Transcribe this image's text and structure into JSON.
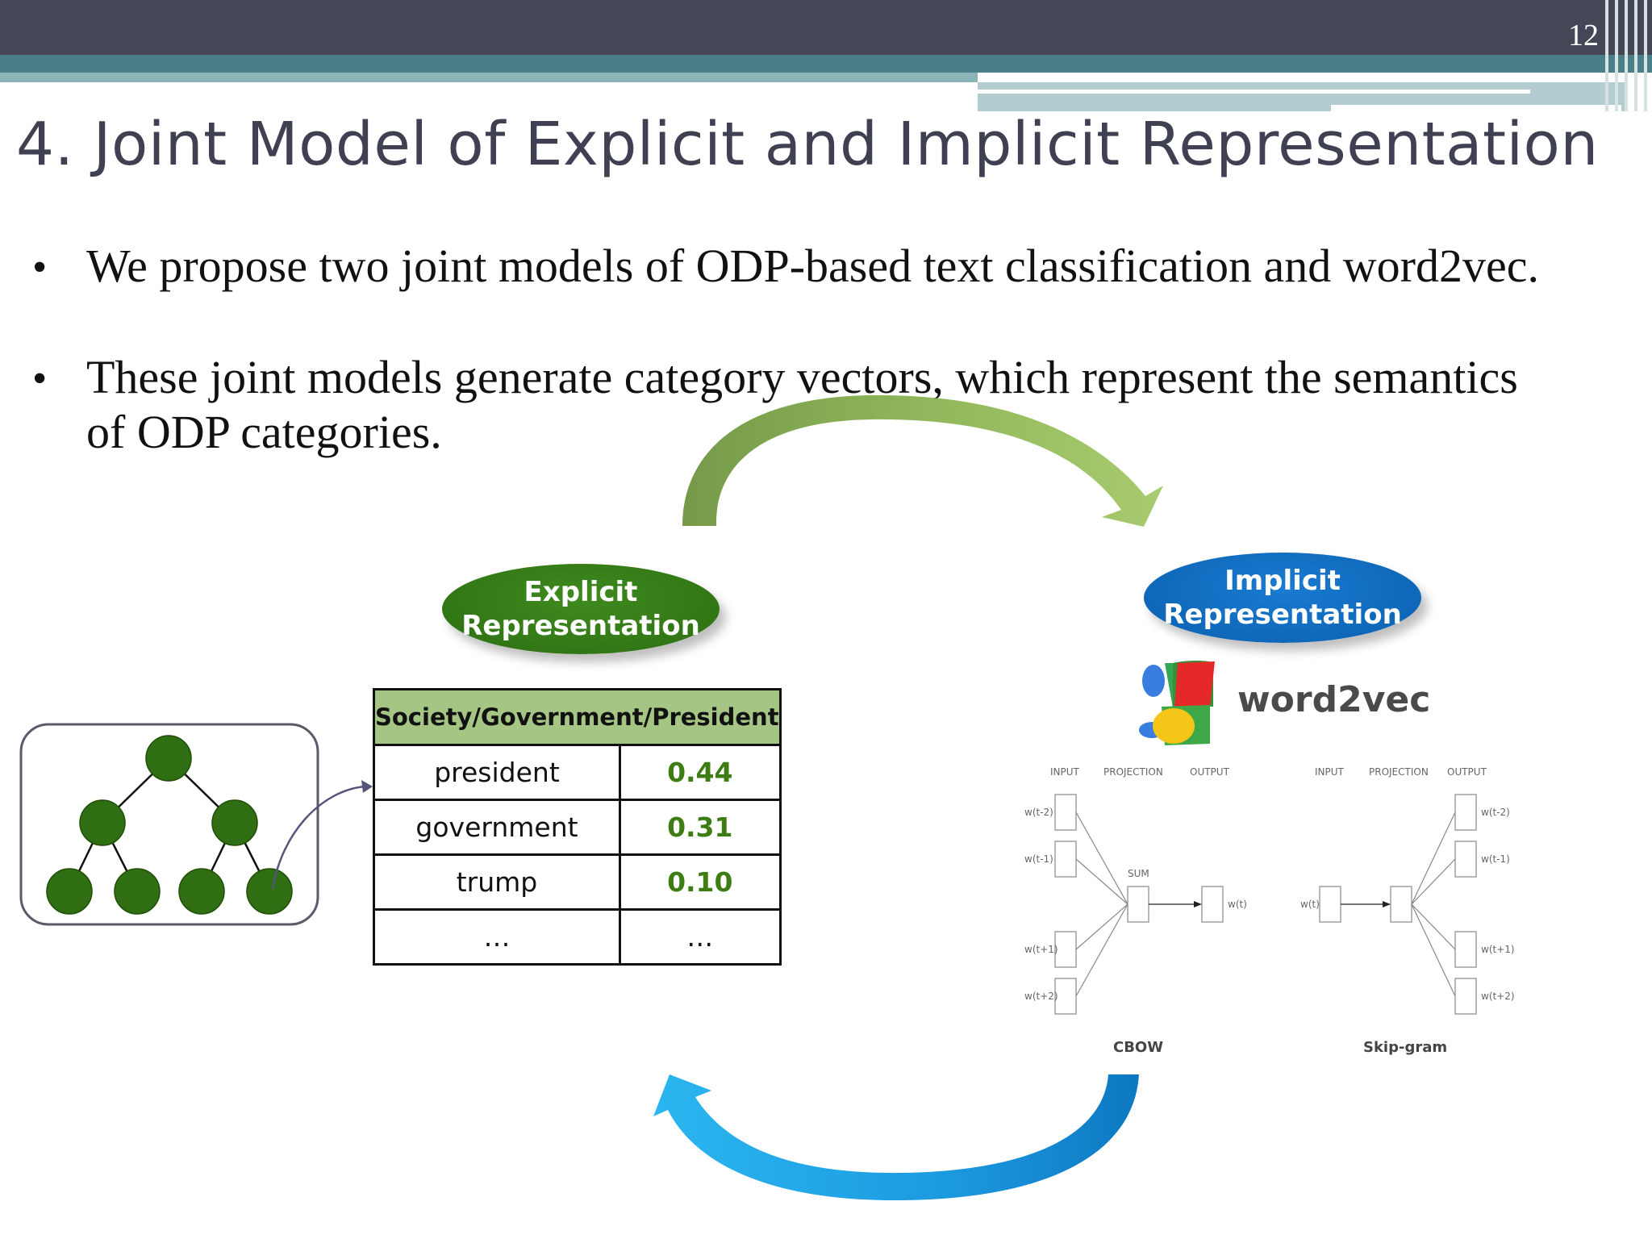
{
  "slide": {
    "page_number": "12",
    "title": "4. Joint Model of Explicit and Implicit Representation",
    "bullets": [
      "We propose two joint models of ODP-based text classification and word2vec.",
      "These joint models generate category vectors, which represent the semantics",
      "of ODP categories."
    ]
  },
  "explicit": {
    "label_line1": "Explicit",
    "label_line2": "Representation",
    "color": "#2e7113"
  },
  "implicit": {
    "label_line1": "Implicit",
    "label_line2": "Representation",
    "color": "#0c63b4"
  },
  "table": {
    "header": "Society/Government/President",
    "rows": [
      {
        "word": "president",
        "value": "0.44"
      },
      {
        "word": "government",
        "value": "0.31"
      },
      {
        "word": "trump",
        "value": "0.10"
      },
      {
        "word": "…",
        "value": "…"
      }
    ]
  },
  "word2vec": {
    "name": "word2vec",
    "cbow": {
      "caption": "CBOW",
      "headers": [
        "INPUT",
        "PROJECTION",
        "OUTPUT"
      ],
      "inputs": [
        "w(t-2)",
        "w(t-1)",
        "w(t+1)",
        "w(t+2)"
      ],
      "projection_label": "SUM",
      "output": "w(t)"
    },
    "skipgram": {
      "caption": "Skip-gram",
      "headers": [
        "INPUT",
        "PROJECTION",
        "OUTPUT"
      ],
      "input": "w(t)",
      "outputs": [
        "w(t-2)",
        "w(t-1)",
        "w(t+1)",
        "w(t+2)"
      ]
    }
  },
  "colors": {
    "header_dark": "#454757",
    "header_teal": "#4b7f87",
    "arrow_green": "#86ac50",
    "arrow_blue": "#1a9ee4",
    "tree_node": "#2f6e12"
  }
}
